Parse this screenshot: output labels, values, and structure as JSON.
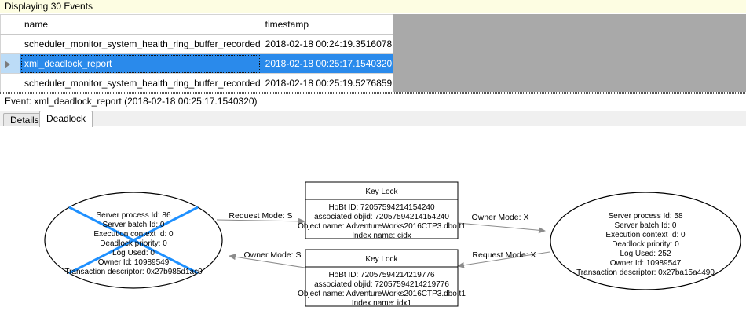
{
  "banner": {
    "text": "Displaying 30 Events"
  },
  "grid": {
    "columns": [
      "",
      "name",
      "timestamp"
    ],
    "rows": [
      {
        "indicator": "",
        "name": "scheduler_monitor_system_health_ring_buffer_recorded",
        "timestamp": "2018-02-18 00:24:19.3516078",
        "selected": false
      },
      {
        "indicator": "row-selector-arrow",
        "name": "xml_deadlock_report",
        "timestamp": "2018-02-18 00:25:17.1540320",
        "selected": true
      },
      {
        "indicator": "",
        "name": "scheduler_monitor_system_health_ring_buffer_recorded",
        "timestamp": "2018-02-18 00:25:19.5276859",
        "selected": false
      }
    ]
  },
  "event_header": {
    "text": "Event: xml_deadlock_report (2018-02-18 00:25:17.1540320)"
  },
  "tabs": [
    {
      "label": "Details",
      "active": false
    },
    {
      "label": "Deadlock",
      "active": true
    }
  ],
  "graph": {
    "victim_process": {
      "lines": [
        "Server process Id: 86",
        "Server batch Id: 0",
        "Execution context Id: 0",
        "Deadlock priority: 0",
        "Log Used: 0",
        "Owner Id: 10989549",
        "Transaction descriptor: 0x27b985d1ac0"
      ],
      "is_victim": true,
      "victim_cross_color": "#1e90ff"
    },
    "winner_process": {
      "lines": [
        "Server process Id: 58",
        "Server batch Id: 0",
        "Execution context Id: 0",
        "Deadlock priority: 0",
        "Log Used: 252",
        "Owner Id: 10989547",
        "Transaction descriptor: 0x27ba15a4490"
      ],
      "is_victim": false
    },
    "resource_top": {
      "title": "Key Lock",
      "lines": [
        "HoBt ID: 72057594214154240",
        "associated objid: 72057594214154240",
        "Object name: AdventureWorks2016CTP3.dbo.t1",
        "Index name: cidx"
      ]
    },
    "resource_bottom": {
      "title": "Key Lock",
      "lines": [
        "HoBt ID: 72057594214219776",
        "associated objid: 72057594214219776",
        "Object name: AdventureWorks2016CTP3.dbo.t1",
        "Index name: idx1"
      ]
    },
    "edges": [
      {
        "id": "edge-request-s",
        "label": "Request Mode: S"
      },
      {
        "id": "edge-owner-x",
        "label": "Owner Mode: X"
      },
      {
        "id": "edge-owner-s",
        "label": "Owner Mode: S"
      },
      {
        "id": "edge-request-x",
        "label": "Request Mode: X"
      }
    ]
  }
}
